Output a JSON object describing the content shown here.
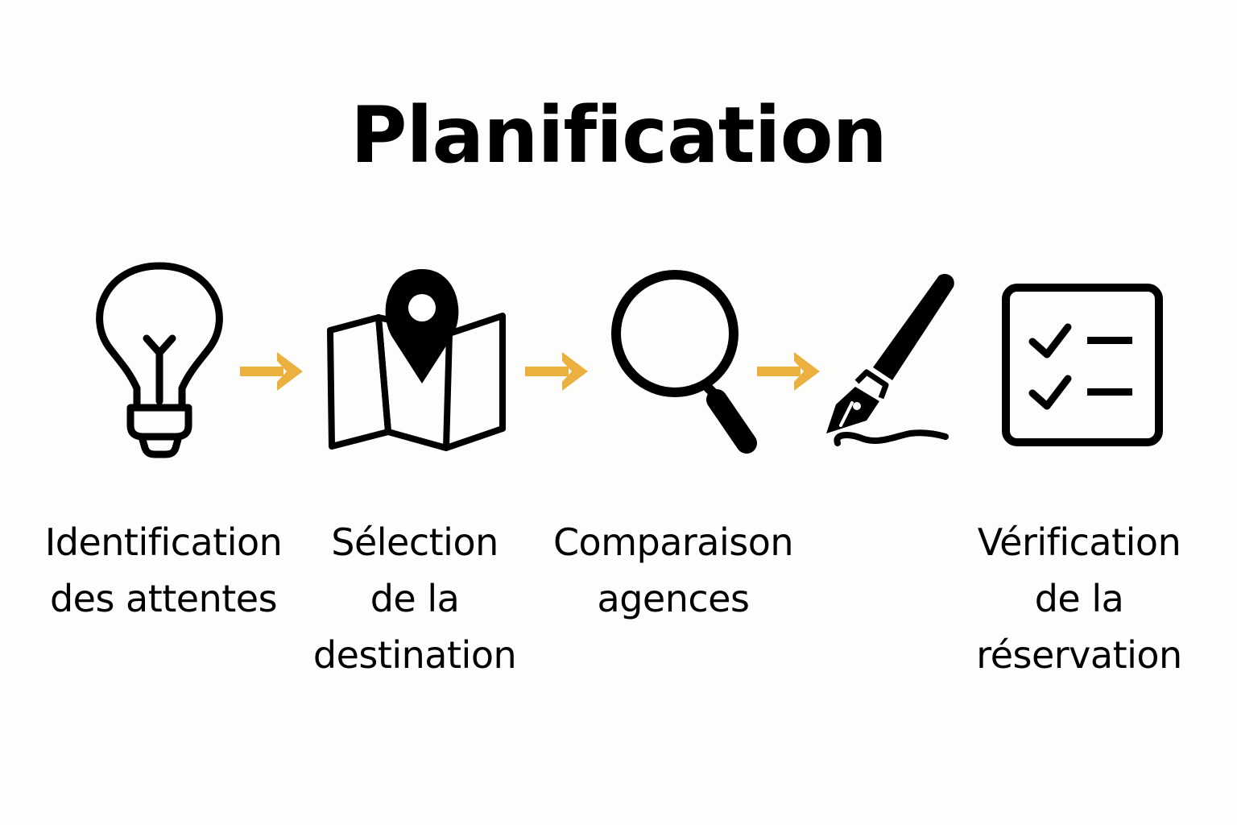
{
  "title": "Planification",
  "accent_color": "#ebb03d",
  "steps": [
    {
      "icon": "lightbulb-icon",
      "lines": [
        "Identification",
        "des attentes"
      ]
    },
    {
      "icon": "map-pin-icon",
      "lines": [
        "Sélection",
        "de la",
        "destination"
      ]
    },
    {
      "icon": "magnifying-glass-icon",
      "lines": [
        "Comparaison",
        "agences"
      ]
    },
    {
      "icon": "fountain-pen-icon",
      "lines": []
    },
    {
      "icon": "checklist-icon",
      "lines": [
        "Vérification",
        "de la",
        "réservation"
      ]
    }
  ]
}
